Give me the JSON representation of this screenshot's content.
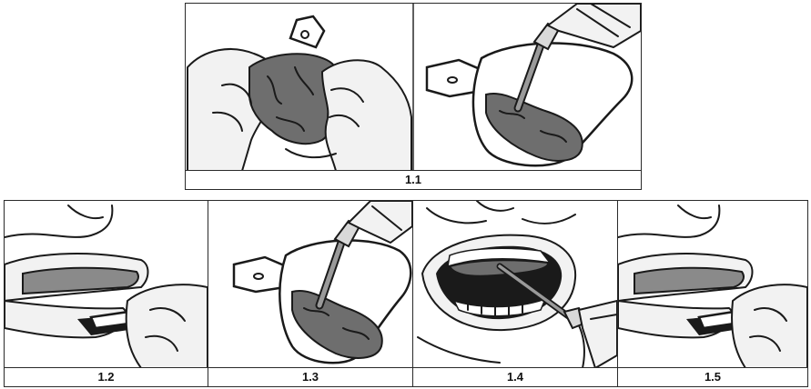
{
  "steps": [
    {
      "label": "1.1"
    },
    {
      "label": "1.2"
    },
    {
      "label": "1.3"
    },
    {
      "label": "1.4"
    },
    {
      "label": "1.5"
    }
  ],
  "colors": {
    "line": "#1a1a1a",
    "impression_material": "#6e6e6e",
    "tray_fill": "#ffffff"
  }
}
